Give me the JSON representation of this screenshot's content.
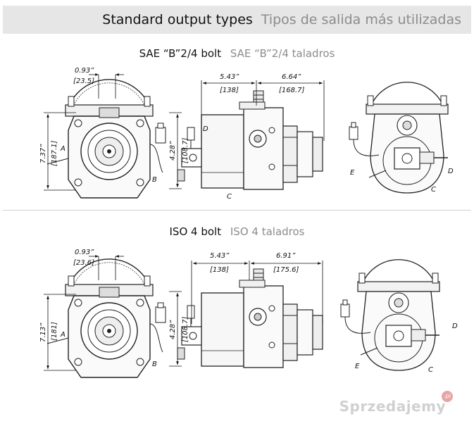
{
  "header": {
    "title_en": "Standard output types",
    "title_es": "Tipos de salida más utilizadas"
  },
  "sections": [
    {
      "title_en": "SAE “B”2/4 bolt",
      "title_es": "SAE “B”2/4 taladros",
      "dims": {
        "shaft_offset": "0.93”",
        "shaft_offset_mm": "[23.5]",
        "height": "7.37”",
        "height_mm": "[187.1]",
        "side_height": "4.28”",
        "side_height_mm": "[108.7]",
        "length_a": "5.43”",
        "length_a_mm": "[138]",
        "length_b": "6.64”",
        "length_b_mm": "[168.7]"
      }
    },
    {
      "title_en": "ISO 4 bolt",
      "title_es": "ISO 4 taladros",
      "dims": {
        "shaft_offset": "0.93”",
        "shaft_offset_mm": "[23.6]",
        "height": "7.13”",
        "height_mm": "[181]",
        "side_height": "4.28”",
        "side_height_mm": "[108.7]",
        "length_a": "5.43”",
        "length_a_mm": "[138]",
        "length_b": "6.91”",
        "length_b_mm": "[175.6]"
      }
    }
  ],
  "labels": {
    "a": "A",
    "b": "B",
    "c": "C",
    "d": "D",
    "e": "E"
  },
  "watermark": {
    "text": "Sprzedajemy",
    "badge": ".pl"
  }
}
